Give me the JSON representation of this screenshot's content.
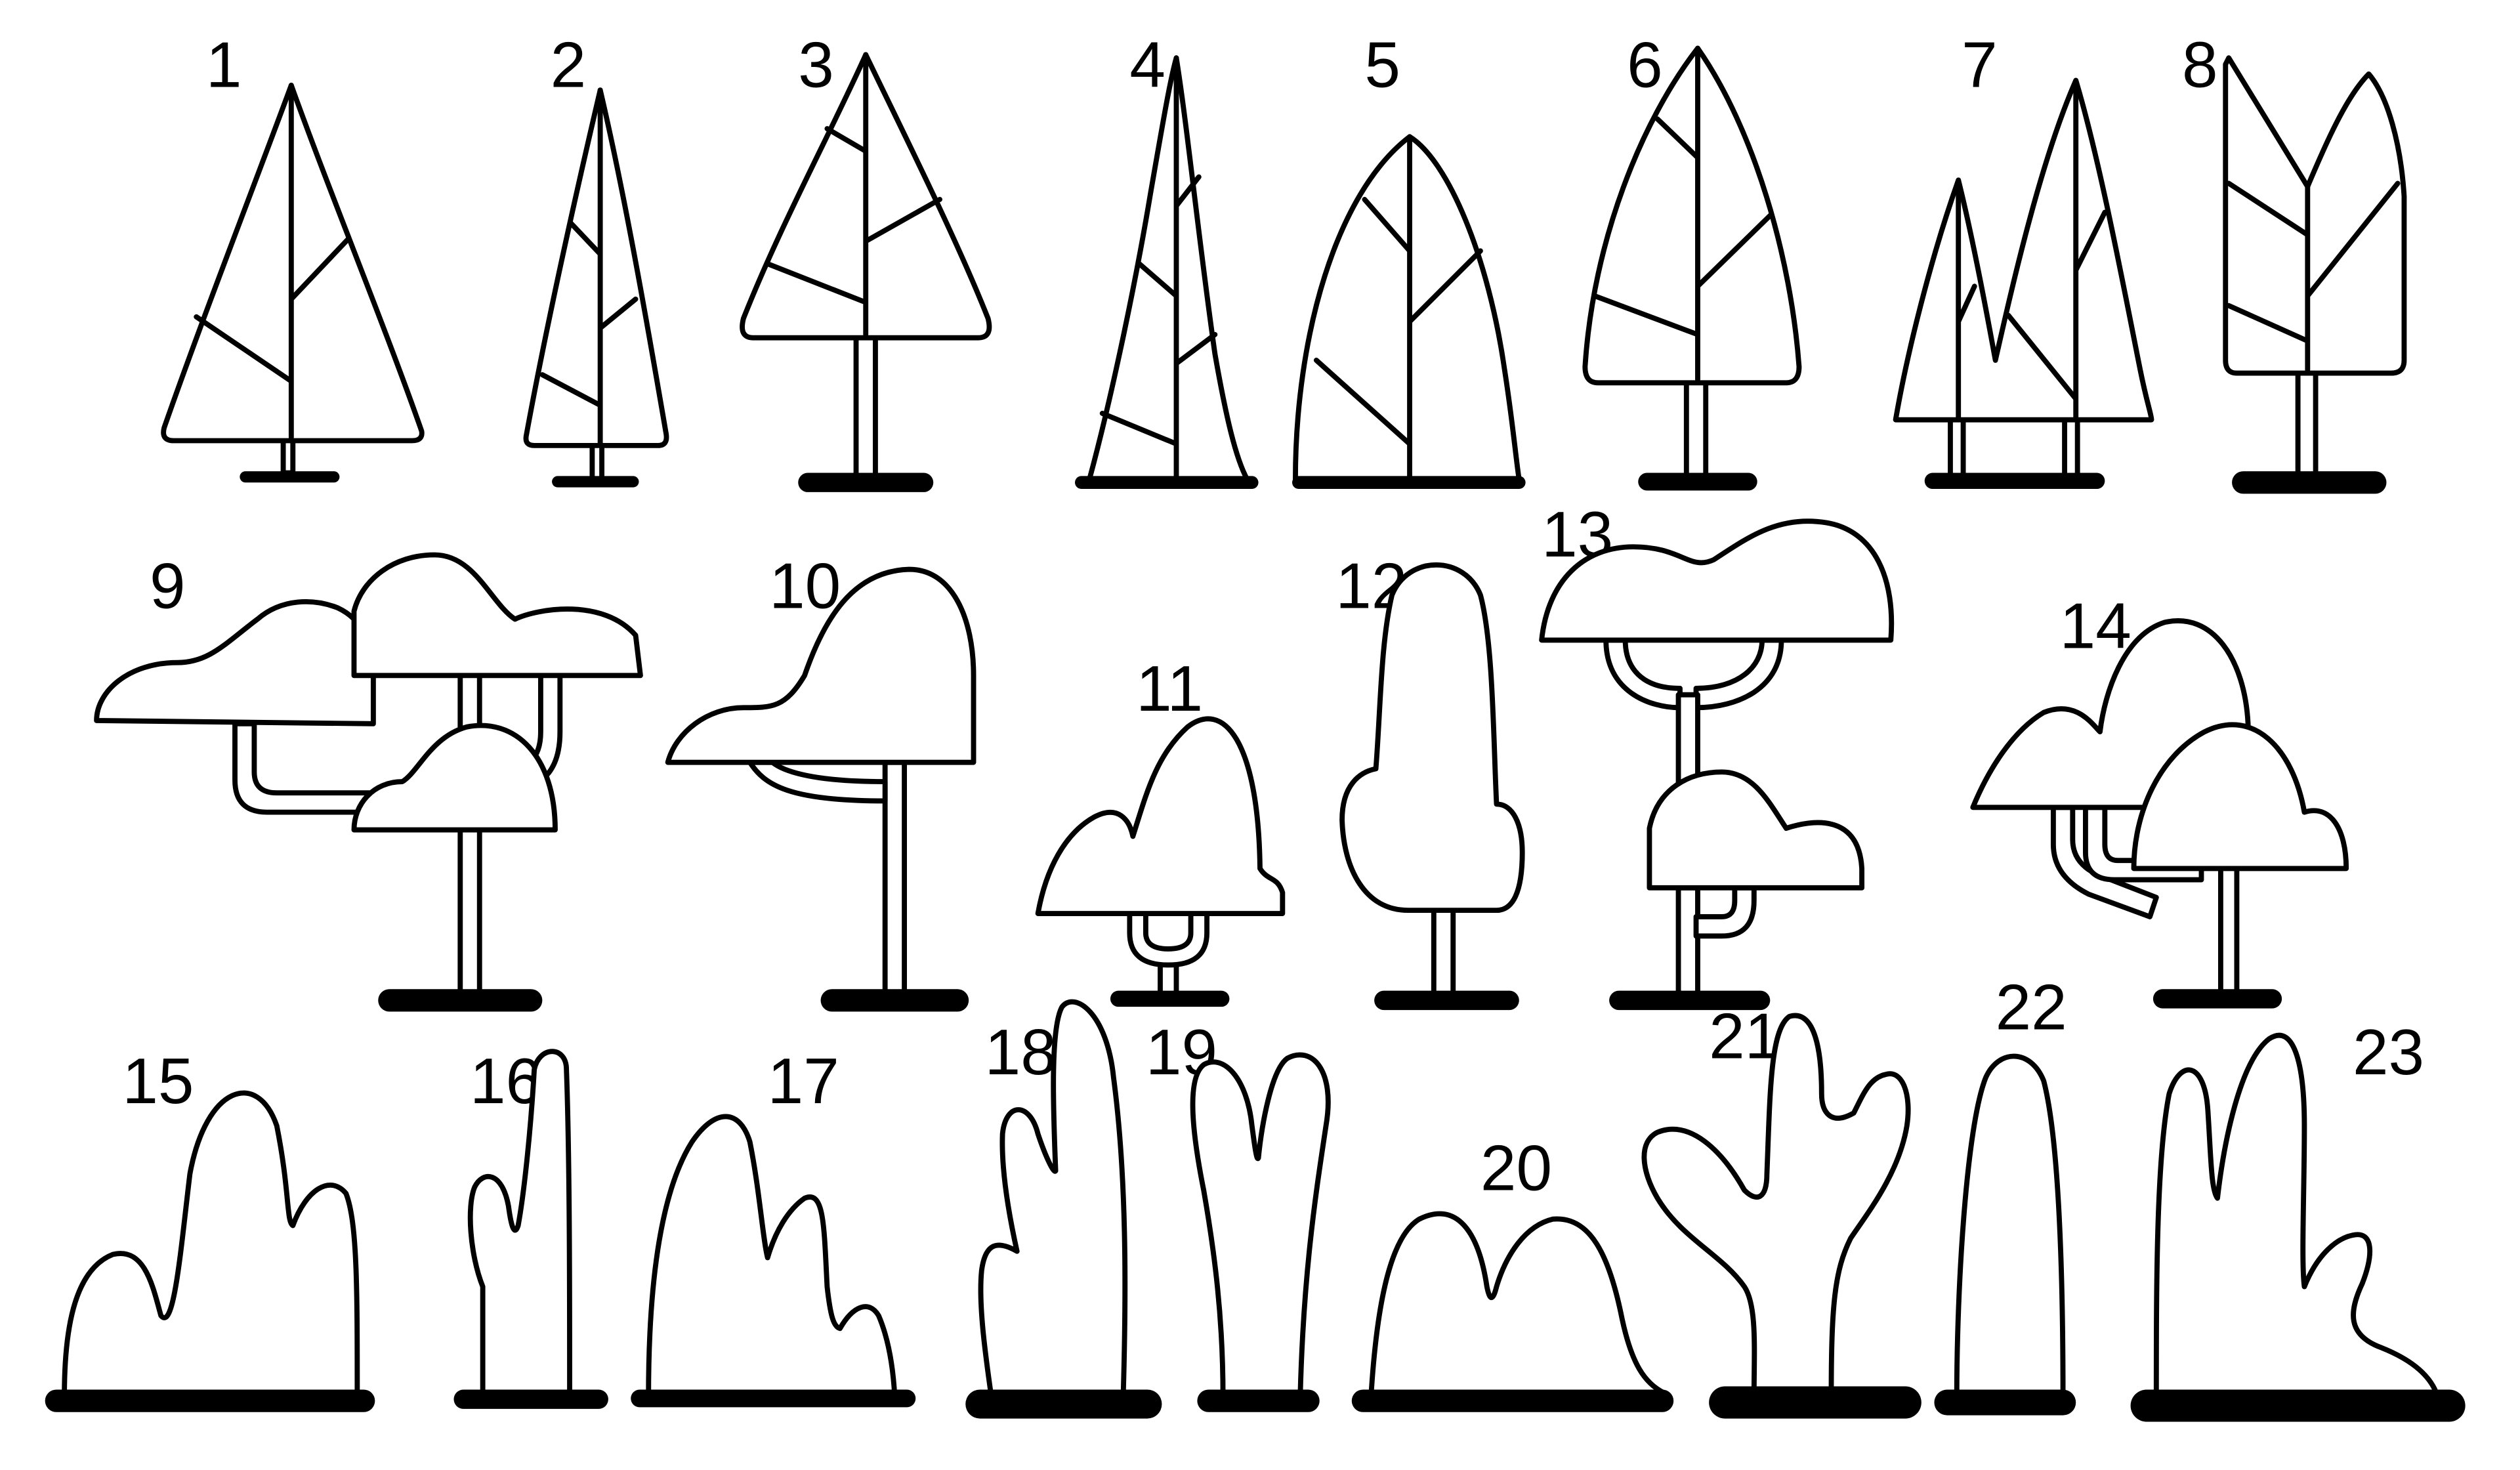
{
  "figures": [
    {
      "id": "1",
      "label": "1",
      "kind": "conifer"
    },
    {
      "id": "2",
      "label": "2",
      "kind": "conifer"
    },
    {
      "id": "3",
      "label": "3",
      "kind": "conifer"
    },
    {
      "id": "4",
      "label": "4",
      "kind": "conifer"
    },
    {
      "id": "5",
      "label": "5",
      "kind": "conifer"
    },
    {
      "id": "6",
      "label": "6",
      "kind": "conifer"
    },
    {
      "id": "7",
      "label": "7",
      "kind": "conifer-pair"
    },
    {
      "id": "8",
      "label": "8",
      "kind": "conifer"
    },
    {
      "id": "9",
      "label": "9",
      "kind": "broadleaf-group"
    },
    {
      "id": "10",
      "label": "10",
      "kind": "broadleaf"
    },
    {
      "id": "11",
      "label": "11",
      "kind": "broadleaf"
    },
    {
      "id": "12",
      "label": "12",
      "kind": "columnar"
    },
    {
      "id": "13",
      "label": "13",
      "kind": "broadleaf-group"
    },
    {
      "id": "14",
      "label": "14",
      "kind": "broadleaf-group"
    },
    {
      "id": "15",
      "label": "15",
      "kind": "shrub"
    },
    {
      "id": "16",
      "label": "16",
      "kind": "shrub"
    },
    {
      "id": "17",
      "label": "17",
      "kind": "shrub"
    },
    {
      "id": "18",
      "label": "18",
      "kind": "shrub"
    },
    {
      "id": "19",
      "label": "19",
      "kind": "shrub"
    },
    {
      "id": "20",
      "label": "20",
      "kind": "shrub"
    },
    {
      "id": "21",
      "label": "21",
      "kind": "shrub"
    },
    {
      "id": "22",
      "label": "22",
      "kind": "shrub"
    },
    {
      "id": "23",
      "label": "23",
      "kind": "shrub"
    }
  ],
  "colors": {
    "stroke": "#000000",
    "fill": "#ffffff",
    "ground": "#000000"
  }
}
